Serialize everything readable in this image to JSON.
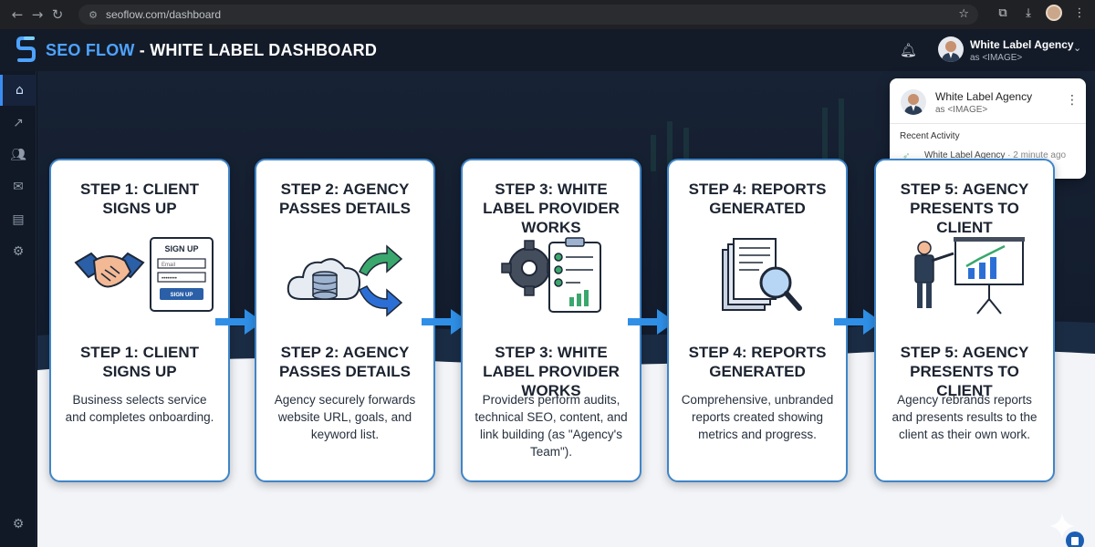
{
  "browser": {
    "url": "seoflow.com/dashboard"
  },
  "header": {
    "brand_part1": "SEO FLOW",
    "brand_part2": " - WHITE LABEL DASHBOARD",
    "user_name": "White Label Agency",
    "user_sub": "as <IMAGE>"
  },
  "dropdown": {
    "name": "White Label Agency",
    "sub": "as <IMAGE>",
    "recent_label": "Recent Activity",
    "activity_name": "White Label Agency",
    "activity_time": " · 2 minute ago"
  },
  "steps": [
    {
      "title": "STEP 1: CLIENT SIGNS UP",
      "title2": "STEP 1: CLIENT SIGNS UP",
      "desc": "Business selects service and completes onboarding.",
      "icon": "handshake-signup-icon",
      "form_title": "SIGN UP",
      "form_email": "Email",
      "form_password": "••••••••",
      "form_button": "SIGN UP"
    },
    {
      "title": "STEP 2: AGENCY PASSES DETAILS",
      "title2": "STEP 2: AGENCY PASSES DETAILS",
      "desc": "Agency securely forwards website URL, goals, and keyword list.",
      "icon": "cloud-database-icon"
    },
    {
      "title": "STEP 3: WHITE LABEL PROVIDER WORKS",
      "title2": "STEP 3: WHITE LABEL PROVIDER WORKS",
      "desc": "Providers perform audits, technical SEO, content, and link building (as \"Agency's Team\").",
      "icon": "gear-checklist-icon"
    },
    {
      "title": "STEP 4: REPORTS GENERATED",
      "title2": "STEP 4: REPORTS GENERATED",
      "desc": "Comprehensive, unbranded reports created showing metrics and progress.",
      "icon": "report-magnifier-icon"
    },
    {
      "title": "STEP 5: AGENCY PRESENTS TO CLIENT",
      "title2": "STEP 5: AGENCY PRESENTS TO CLIENT",
      "desc": "Agency rebrands reports and presents results to the client as their own work.",
      "icon": "presenter-chart-icon"
    }
  ],
  "sidebar": {
    "items": [
      "home-icon",
      "analytics-icon",
      "users-icon",
      "inbox-icon",
      "layout-icon",
      "settings-icon"
    ],
    "footer": "settings-icon"
  },
  "colors": {
    "accent": "#3b8cf2",
    "card_border": "#3f85c9",
    "arrow": "#2f8fe6",
    "background": "#101a2b"
  }
}
